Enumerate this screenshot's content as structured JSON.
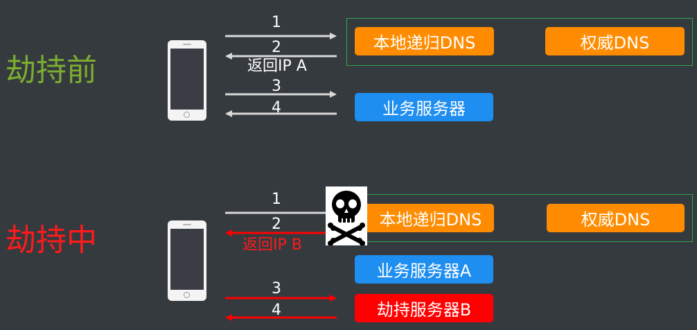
{
  "colors": {
    "background": "#353a3f",
    "before_title": "#7cad2f",
    "during_title": "#ff1a1a",
    "arrow_normal": "#d9d9d9",
    "arrow_hijack": "#ff0000",
    "box_orange": "#ff8c00",
    "box_blue": "#1e8ef0",
    "box_red": "#ff0000",
    "frame_green": "#2fa84f"
  },
  "before": {
    "title": "劫持前",
    "steps": [
      "1",
      "2",
      "3",
      "4"
    ],
    "return_label": "返回IP A",
    "local_dns": "本地递归DNS",
    "auth_dns": "权威DNS",
    "server": "业务服务器"
  },
  "during": {
    "title": "劫持中",
    "steps": [
      "1",
      "2",
      "3",
      "4"
    ],
    "return_label": "返回IP B",
    "attacker_icon": "skull-crossbones-icon",
    "local_dns": "本地递归DNS",
    "auth_dns": "权威DNS",
    "server_a": "业务服务器A",
    "server_b": "劫持服务器B"
  }
}
